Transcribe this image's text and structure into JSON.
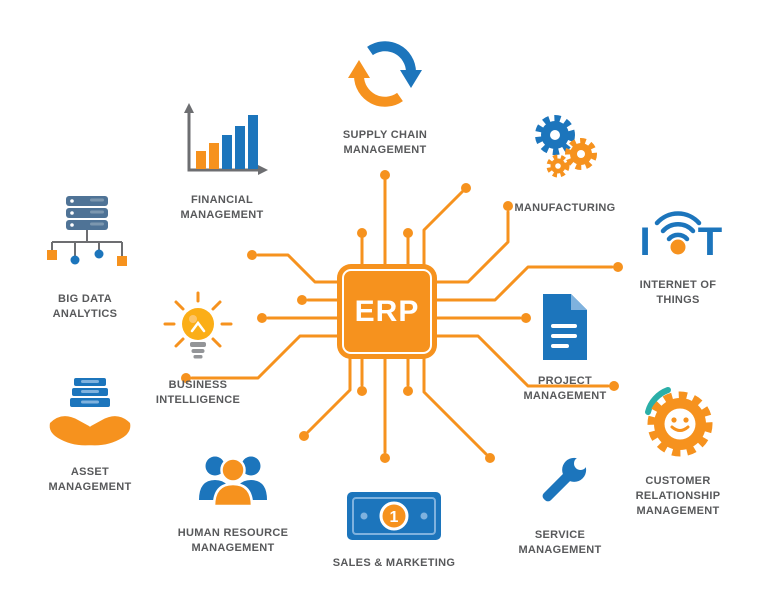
{
  "center": {
    "label": "ERP"
  },
  "colors": {
    "orange": "#F6921E",
    "blue": "#1C75BC",
    "light_blue": "#7FB2DE",
    "teal": "#2BAFA8",
    "label_gray": "#58595B",
    "axis_gray": "#6D6E71",
    "bulb_yellow": "#FBAE17",
    "server_blue": "#4F7396"
  },
  "modules": [
    {
      "id": "supply-chain-management",
      "label": "SUPPLY CHAIN MANAGEMENT",
      "icon": "refresh-arrows-icon"
    },
    {
      "id": "manufacturing",
      "label": "MANUFACTURING",
      "icon": "gears-icon"
    },
    {
      "id": "internet-of-things",
      "label": "INTERNET OF THINGS",
      "icon": "iot-signal-icon"
    },
    {
      "id": "project-management",
      "label": "PROJECT MANAGEMENT",
      "icon": "document-icon"
    },
    {
      "id": "customer-relationship-management",
      "label": "CUSTOMER RELATIONSHIP MANAGEMENT",
      "icon": "smiley-gear-icon"
    },
    {
      "id": "service-management",
      "label": "SERVICE MANAGEMENT",
      "icon": "wrench-icon"
    },
    {
      "id": "sales-marketing",
      "label": "SALES & MARKETING",
      "icon": "money-bill-icon"
    },
    {
      "id": "human-resource-management",
      "label": "HUMAN RESOURCE MANAGEMENT",
      "icon": "people-group-icon"
    },
    {
      "id": "asset-management",
      "label": "ASSET MANAGEMENT",
      "icon": "hands-documents-icon"
    },
    {
      "id": "business-intelligence",
      "label": "BUSINESS INTELLIGENCE",
      "icon": "lightbulb-icon"
    },
    {
      "id": "big-data-analytics",
      "label": "BIG DATA ANALYTICS",
      "icon": "database-network-icon"
    },
    {
      "id": "financial-management",
      "label": "FINANCIAL MANAGEMENT",
      "icon": "bar-chart-icon"
    }
  ],
  "iot_letters": {
    "left": "I",
    "right": "T"
  },
  "sales_badge": "1"
}
